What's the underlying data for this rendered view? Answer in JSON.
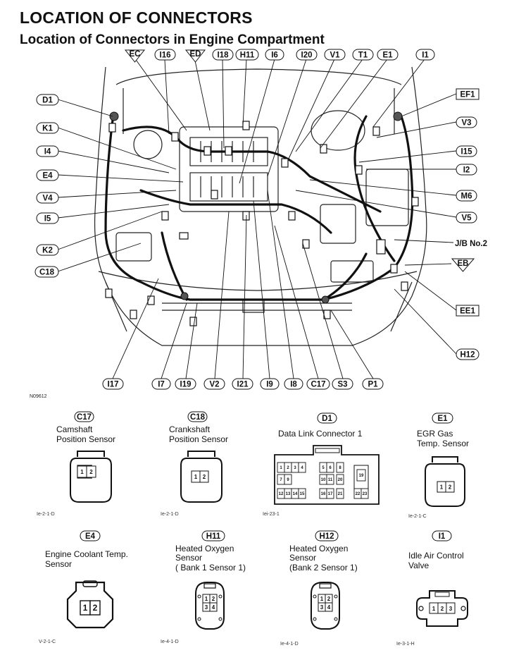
{
  "header": {
    "title": "LOCATION OF CONNECTORS",
    "subtitle": "Location of Connectors in Engine Compartment"
  },
  "figure_code": "N09612",
  "top_labels": [
    "EC",
    "I16",
    "ED",
    "I18",
    "H11",
    "I6",
    "I20",
    "V1",
    "T1",
    "E1",
    "I1"
  ],
  "left_labels": [
    "D1",
    "K1",
    "I4",
    "E4",
    "V4",
    "I5",
    "K2",
    "C18"
  ],
  "right_labels": [
    "EF1",
    "V3",
    "I15",
    "I2",
    "M6",
    "V5",
    "J/B No.2",
    "EB",
    "EE1",
    "H12"
  ],
  "bottom_labels": [
    "I17",
    "I7",
    "I19",
    "V2",
    "I21",
    "I9",
    "I8",
    "C17",
    "S3",
    "P1"
  ],
  "connectors": [
    {
      "id": "C17",
      "name": "Camshaft\nPosition Sensor",
      "code": "Ie-2-1-D",
      "pins": [
        "1",
        "2"
      ]
    },
    {
      "id": "C18",
      "name": "Crankshaft\nPosition Sensor",
      "code": "Ie-2-1-D",
      "pins": [
        "1",
        "2"
      ]
    },
    {
      "id": "D1",
      "name": "Data Link Connector 1",
      "code": "Iei-23-1",
      "pins_row1": [
        "1",
        "2",
        "3",
        "4",
        "5",
        "6",
        "8"
      ],
      "pins_row2": [
        "7",
        "9",
        "10",
        "11",
        "20"
      ],
      "pins_row3": [
        "12",
        "13",
        "14",
        "15",
        "16",
        "17",
        "21",
        "22",
        "23"
      ],
      "pins_extra": [
        "19"
      ]
    },
    {
      "id": "E1",
      "name": "EGR Gas\nTemp. Sensor",
      "code": "Ie-2-1-C",
      "pins": [
        "1",
        "2"
      ]
    },
    {
      "id": "E4",
      "name": "Engine Coolant Temp.\nSensor",
      "code": "V-2-1-C",
      "pins": [
        "1",
        "2"
      ]
    },
    {
      "id": "H11",
      "name": "Heated Oxygen\nSensor\n( Bank 1 Sensor 1)",
      "code": "Ie-4-1-D",
      "pins": [
        "1",
        "2",
        "3",
        "4"
      ]
    },
    {
      "id": "H12",
      "name": "Heated Oxygen\nSensor\n(Bank 2 Sensor 1)",
      "code": "Ie-4-1-D",
      "pins": [
        "1",
        "2",
        "3",
        "4"
      ]
    },
    {
      "id": "I1",
      "name": "Idle Air Control\nValve",
      "code": "Ie-3-1-H",
      "pins": [
        "1",
        "2",
        "3"
      ]
    }
  ]
}
